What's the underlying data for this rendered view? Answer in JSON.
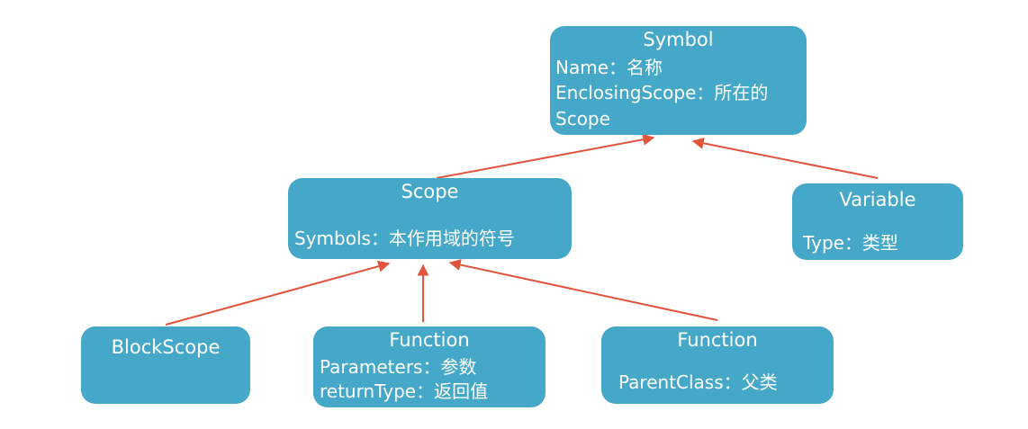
{
  "colors": {
    "node_fill": "#45a8c9",
    "node_text": "#ffffff",
    "edge": "#e0553c"
  },
  "nodes": {
    "symbol": {
      "title": "Symbol",
      "lines": [
        "Name：名称",
        "EnclosingScope：所在的",
        "Scope"
      ]
    },
    "scope": {
      "title": "Scope",
      "lines": [
        "Symbols：本作用域的符号"
      ]
    },
    "variable": {
      "title": "Variable",
      "lines": [
        "Type：类型"
      ]
    },
    "blockscope": {
      "title": "BlockScope"
    },
    "function1": {
      "title": "Function",
      "lines": [
        "Parameters：参数",
        "returnType：返回值"
      ]
    },
    "function2": {
      "title": "Function",
      "lines": [
        "ParentClass：父类"
      ]
    }
  },
  "edges": [
    {
      "from": "scope",
      "to": "symbol"
    },
    {
      "from": "variable",
      "to": "symbol"
    },
    {
      "from": "blockscope",
      "to": "scope"
    },
    {
      "from": "function1",
      "to": "scope"
    },
    {
      "from": "function2",
      "to": "scope"
    }
  ]
}
